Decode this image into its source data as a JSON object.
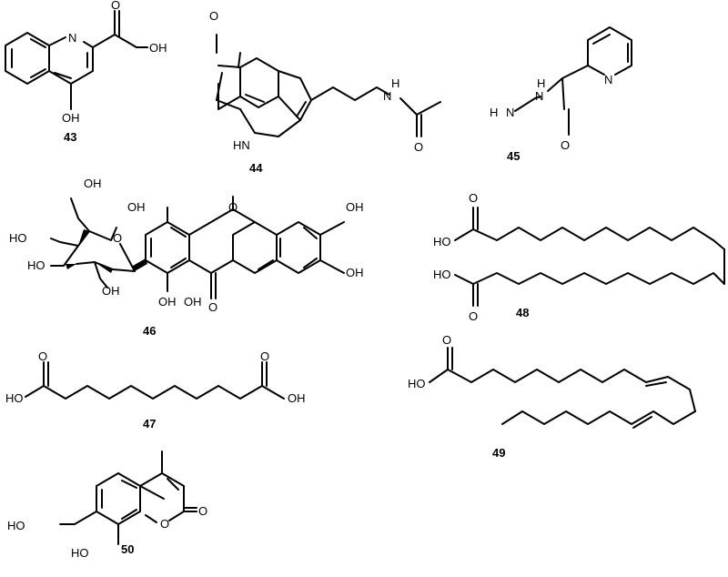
{
  "compounds": [
    {
      "number": "43",
      "atoms": {
        "n": "N",
        "oh1": "OH",
        "o1": "O",
        "oh2": "OH"
      }
    },
    {
      "number": "44",
      "atoms": {
        "o": "O",
        "nh1": "N",
        "h1": "H",
        "o2": "O",
        "hn": "HN"
      }
    },
    {
      "number": "45",
      "atoms": {
        "h2n": "H",
        "n1": "N",
        "nh": "N",
        "h": "H",
        "o": "O",
        "n2": "N"
      }
    },
    {
      "number": "46",
      "atoms": {
        "oh_top": "OH",
        "oh_a": "OH",
        "o_ring": "O",
        "o_x": "O",
        "oh_b": "OH",
        "ho_left": "HO",
        "ho_2": "HO",
        "oh_c": "OH",
        "oh_d": "OH",
        "oh_e": "OH",
        "o_k": "O",
        "oh_f": "OH"
      }
    },
    {
      "number": "47",
      "atoms": {
        "o1": "O",
        "ho": "HO",
        "o2": "O",
        "oh": "OH"
      }
    },
    {
      "number": "48",
      "atoms": {
        "o1": "O",
        "ho1": "HO",
        "ho2": "HO",
        "o2": "O"
      }
    },
    {
      "number": "49",
      "atoms": {
        "o": "O",
        "ho": "HO"
      }
    },
    {
      "number": "50",
      "atoms": {
        "ho1": "HO",
        "ho2": "HO",
        "o_ring": "O",
        "o_k": "O"
      }
    }
  ]
}
